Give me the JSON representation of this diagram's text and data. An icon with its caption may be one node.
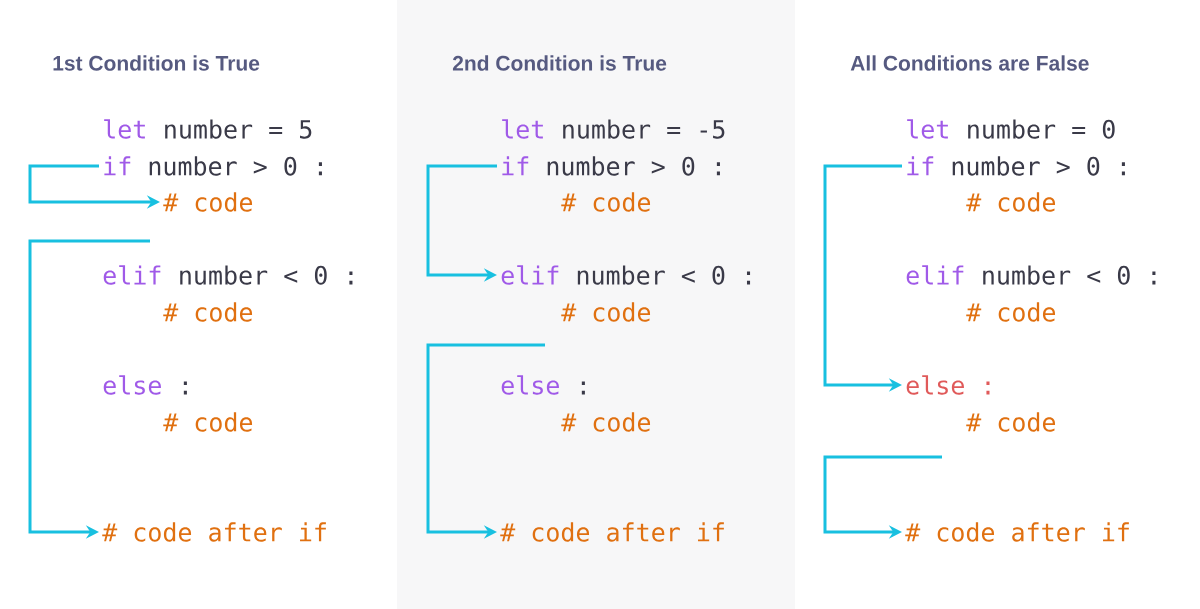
{
  "diagram": {
    "nodes": [
      {
        "text": [
          "if",
          "number > 0 :"
        ]
      },
      {
        "text": [
          "# code"
        ]
      },
      {
        "text": [
          "# code after if"
        ]
      },
      {
        "text": [
          "if",
          "number > 0 :"
        ]
      },
      {
        "text": [
          "elif",
          "number < 0 :"
        ]
      },
      {
        "text": [
          "# code after if"
        ]
      },
      {
        "text": [
          "if",
          "number > 0 :"
        ]
      },
      {
        "text": [
          "else",
          ":"
        ]
      },
      {
        "text": [
          "# code after if"
        ]
      }
    ],
    "edges": [
      {
        "from": 0,
        "to": 1,
        "arrow": "to"
      },
      {
        "from": null,
        "to": 2,
        "arrow": "to"
      },
      {
        "from": 3,
        "to": 4,
        "arrow": "to"
      },
      {
        "from": null,
        "to": 5,
        "arrow": "to"
      },
      {
        "from": 6,
        "to": 7,
        "arrow": "to"
      },
      {
        "from": null,
        "to": 8,
        "arrow": "to"
      }
    ],
    "labels": [
      "1st Condition is True",
      "2nd Condition is True",
      "All Conditions are False",
      "let",
      "number = 5",
      "elif",
      "number < 0 :",
      "# code",
      "else",
      ":",
      "# code",
      "let",
      "number = -5",
      "# code",
      "# code",
      "else",
      ":",
      "# code",
      "let",
      "number = 0",
      "# code",
      "elif",
      "number < 0 :",
      "# code",
      "# code"
    ]
  }
}
